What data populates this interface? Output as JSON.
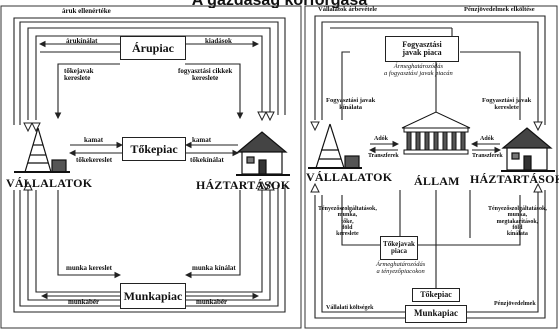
{
  "title": "A gazdaság körforgása",
  "left": {
    "boxes": {
      "arupiac": "Árupiac",
      "tokepiac": "Tőkepiac",
      "munkapiac": "Munkapiac"
    },
    "agents": {
      "firms": "VÁLLALATOK",
      "households": "HÁZTARTÁSOK"
    },
    "labels": {
      "aruk_ellenerteke": "áruk ellenértéke",
      "arukinalat": "árukínálat",
      "kiadasok": "kiadások",
      "tokejavak_kereslete": "tőkejavak\nkereslete",
      "fogyasztasi_cikkek_kereslete": "fogyasztási cikkek\nkereslete",
      "kamat_l": "kamat",
      "tokekereslet": "tőkekereslet",
      "kamat_r": "kamat",
      "tokekinalat": "tőkekínálat",
      "munka_kereslet": "munka kereslet",
      "munka_kinalat": "munka kínálat",
      "munkaber_l": "munkabér",
      "munkaber_r": "munkabér"
    }
  },
  "right": {
    "boxes": {
      "fogyasztasi_piac": "Fogyasztási\njavak piaca",
      "allam": "ÁLLAM",
      "tokejavak_piaca": "Tőkejavak\npiaca",
      "tokepiac": "Tőkepiac",
      "munkapiac": "Munkapiac"
    },
    "agents": {
      "firms": "VÁLLALATOK",
      "households": "HÁZTARTÁSOK"
    },
    "labels": {
      "vallalatok_arbevetele": "Vállalatok árbevétele",
      "penzjovedelmek_elkoltese": "Pénzjövedelmek elköltése",
      "armeghatarozodas_fogy": "Ármeghatározódás\na fogyasztási javak piacán",
      "fogy_javak_kinalata": "Fogyasztási javak\nkínálata",
      "fogy_javak_kereslete": "Fogyasztási javak\nkereslete",
      "adok_l": "Adók",
      "transzferek_l": "Transzferek",
      "adok_r": "Adók",
      "transzferek_r": "Transzferek",
      "tenyezo_kereslet": "Tényezőszolgáltatások,\nmunka,\ntőke,\nföld\nkereslete",
      "tenyezo_kinalat": "Tényezőszolgáltatások,\nmunka,\nmegtakarítások,\nföld\nkínálata",
      "armeghatarozodas_teny": "Ármeghatározódás\na tényezőpiacokon",
      "penzjovedelmek": "Pénzjövedelmek",
      "vallalati_koltsegek": "Vállalati költségek"
    }
  }
}
